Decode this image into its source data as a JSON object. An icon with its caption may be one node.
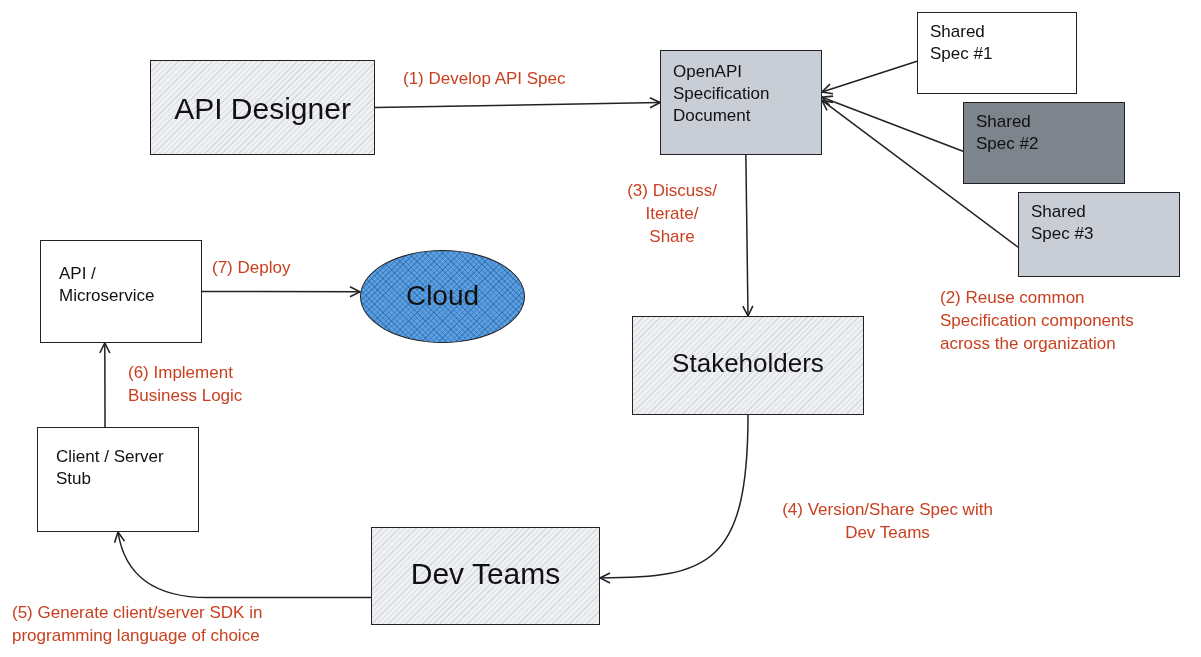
{
  "diagram": {
    "nodes": [
      {
        "text": [
          "API Designer"
        ]
      },
      {
        "text": [
          "OpenAPI Specification Document"
        ]
      },
      {
        "text": [
          "Shared Spec #1"
        ]
      },
      {
        "text": [
          "Shared Spec #2"
        ]
      },
      {
        "text": [
          "Shared Spec #3"
        ]
      },
      {
        "text": [
          "Stakeholders"
        ]
      },
      {
        "text": [
          "API / Microservice"
        ]
      },
      {
        "text": [
          "Cloud"
        ]
      },
      {
        "text": [
          "Client / Server Stub"
        ]
      },
      {
        "text": [
          "Dev Teams"
        ]
      }
    ],
    "edges": [
      {
        "from": 0,
        "to": 1,
        "arrow": "to",
        "label": "(1) Develop API Spec"
      },
      {
        "from": 2,
        "to": 1,
        "arrow": "to"
      },
      {
        "from": 3,
        "to": 1,
        "arrow": "to"
      },
      {
        "from": 4,
        "to": 1,
        "arrow": "to"
      },
      {
        "from": 1,
        "to": 5,
        "arrow": "to",
        "label": "(3) Discuss/ Iterate/ Share"
      },
      {
        "from": 5,
        "to": 9,
        "arrow": "to",
        "label": "(4) Version/Share Spec with Dev Teams"
      },
      {
        "from": 9,
        "to": 8,
        "arrow": "to",
        "label": "(5) Generate client/server SDK in programming language of choice"
      },
      {
        "from": 8,
        "to": 6,
        "arrow": "to",
        "label": "(6) Implement Business Logic"
      },
      {
        "from": 6,
        "to": 7,
        "arrow": "to",
        "label": "(7) Deploy"
      }
    ],
    "labels": [
      "(2) Reuse common Specification components across the organization"
    ]
  }
}
